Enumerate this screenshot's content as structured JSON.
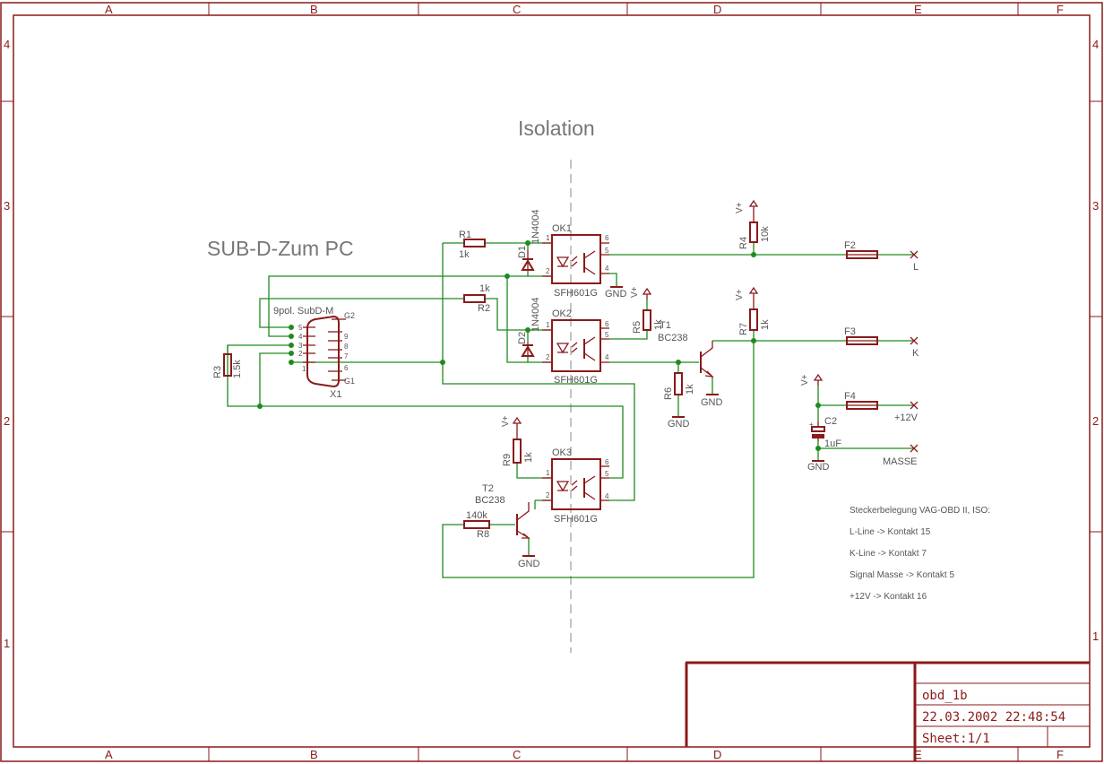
{
  "sheet": {
    "columns": [
      "A",
      "B",
      "C",
      "D",
      "E",
      "F"
    ],
    "rows": [
      "4",
      "3",
      "2",
      "1"
    ]
  },
  "titles": {
    "isolation": "Isolation",
    "subd": "SUB-D-Zum PC"
  },
  "connector": {
    "type_label": "9pol. SubD-M",
    "name": "X1",
    "g1": "G1",
    "g2": "G2",
    "pins": [
      "1",
      "2",
      "3",
      "4",
      "5",
      "6",
      "7",
      "8",
      "9"
    ]
  },
  "resistors": {
    "r1": {
      "name": "R1",
      "value": "1k"
    },
    "r2": {
      "name": "R2",
      "value": "1k"
    },
    "r3": {
      "name": "R3",
      "value": "1.5k"
    },
    "r4": {
      "name": "R4",
      "value": "10k"
    },
    "r5": {
      "name": "R5",
      "value": "1k"
    },
    "r6": {
      "name": "R6",
      "value": "1k"
    },
    "r7": {
      "name": "R7",
      "value": "1k"
    },
    "r8": {
      "name": "R8",
      "value": "140k"
    },
    "r9": {
      "name": "R9",
      "value": "1k"
    }
  },
  "diodes": {
    "d1": {
      "name": "D1",
      "value": "1N4004"
    },
    "d2": {
      "name": "D2",
      "value": "1N4004"
    }
  },
  "optocouplers": {
    "ok1": {
      "name": "OK1",
      "part": "SFH601G"
    },
    "ok2": {
      "name": "OK2",
      "part": "SFH601G"
    },
    "ok3": {
      "name": "OK3",
      "part": "SFH601G"
    }
  },
  "transistors": {
    "t1": {
      "name": "T1",
      "part": "BC238"
    },
    "t2": {
      "name": "T2",
      "part": "BC238"
    }
  },
  "capacitor": {
    "name": "C2",
    "value": "1uF"
  },
  "fuses": {
    "f2": "F2",
    "f3": "F3",
    "f4": "F4"
  },
  "nets": {
    "vplus": "V+",
    "gnd": "GND",
    "l": "L",
    "k": "K",
    "p12v": "+12V",
    "masse": "MASSE"
  },
  "notes": {
    "heading": "Steckerbelegung VAG-OBD II, ISO:",
    "lines": [
      "L-Line -> Kontakt 15",
      "K-Line -> Kontakt 7",
      "Signal Masse -> Kontakt 5",
      "+12V -> Kontakt 16"
    ]
  },
  "title_block": {
    "name": "obd_1b",
    "datetime": "22.03.2002 22:48:54",
    "sheet": "Sheet:1/1"
  }
}
